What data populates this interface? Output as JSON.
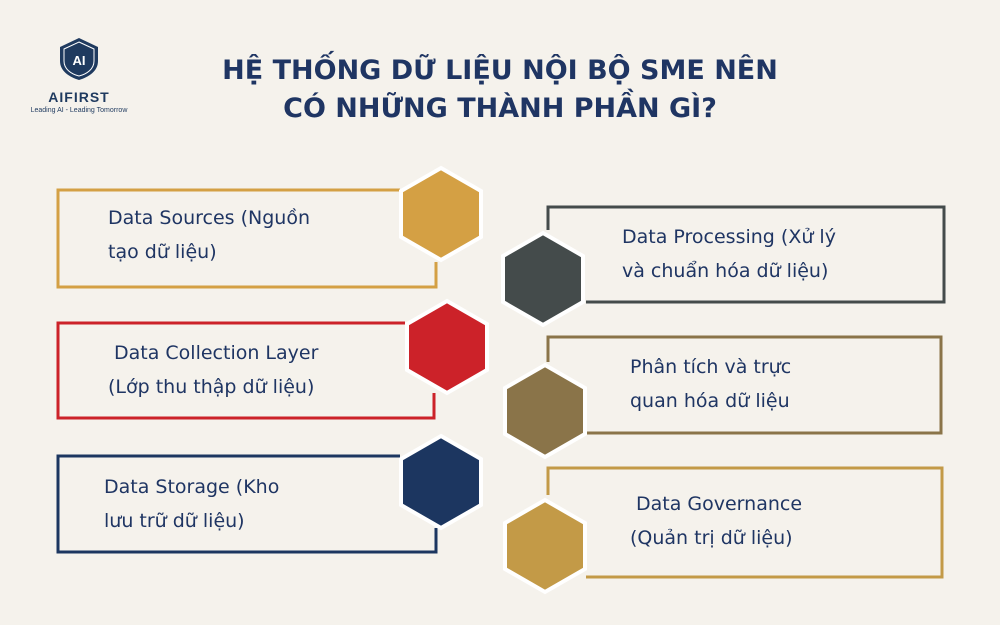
{
  "header": {
    "title_line1": "HỆ THỐNG DỮ LIỆU NỘI BỘ SME NÊN",
    "title_line2": "CÓ NHỮNG THÀNH PHẦN GÌ?"
  },
  "logo": {
    "mark": "AI",
    "brand": "AIFIRST",
    "tagline": "Leading AI - Leading Tomorrow"
  },
  "colors": {
    "background": "#f5f2ec",
    "title": "#1f3563",
    "gold": "#d4a044",
    "red": "#cc2229",
    "navy": "#1c3660",
    "slate": "#444b4b",
    "olive": "#8a7449",
    "tan": "#c39a47"
  },
  "items": [
    {
      "line1": "Data Sources (Nguồn",
      "line2": "tạo dữ liệu)",
      "color": "#d4a044",
      "icon": "hexagon"
    },
    {
      "line1": "Data Collection Layer",
      "line2": "(Lớp thu thập dữ liệu)",
      "color": "#cc2229",
      "icon": "hexagon"
    },
    {
      "line1": "Data Storage (Kho",
      "line2": "lưu trữ dữ liệu)",
      "color": "#1c3660",
      "icon": "hexagon"
    },
    {
      "line1": "Data Processing (Xử lý",
      "line2": "và chuẩn hóa dữ liệu)",
      "color": "#444b4b",
      "icon": "hexagon"
    },
    {
      "line1": "Phân tích và trực",
      "line2": "quan hóa dữ liệu",
      "color": "#8a7449",
      "icon": "hexagon"
    },
    {
      "line1": "Data Governance",
      "line2": "(Quản trị dữ liệu)",
      "color": "#c39a47",
      "icon": "hexagon"
    }
  ]
}
